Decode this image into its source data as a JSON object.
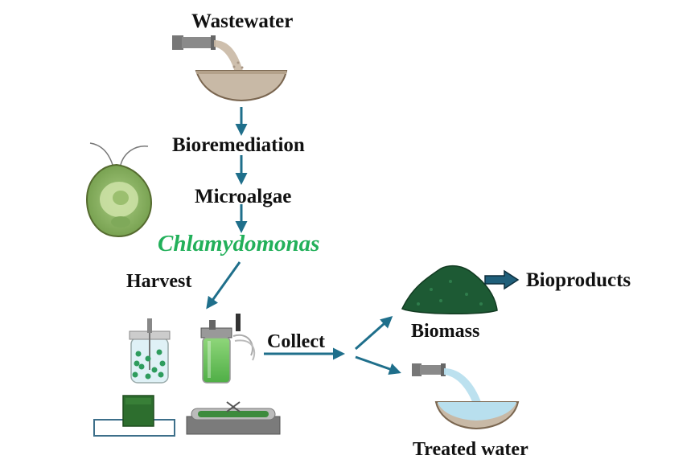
{
  "labels": {
    "wastewater": "Wastewater",
    "bioremediation": "Bioremediation",
    "microalgae": "Microalgae",
    "chlamydomonas": "Chlamydomonas",
    "harvest": "Harvest",
    "collect": "Collect",
    "biomass": "Biomass",
    "bioproducts": "Bioproducts",
    "treated_water": "Treated water"
  },
  "colors": {
    "arrow": "#1f6f8b",
    "species_text": "#22b05a",
    "biomass": "#1d5a34",
    "soil": "#c8b9a6",
    "clean_water": "#b8dfee",
    "algae_cell": "#8db566"
  },
  "icons": [
    "pipe-icon",
    "algae-cell-icon",
    "bioreactor-icon",
    "photobioreactor-icon",
    "raceway-pond-icon",
    "biomass-pile-icon"
  ]
}
